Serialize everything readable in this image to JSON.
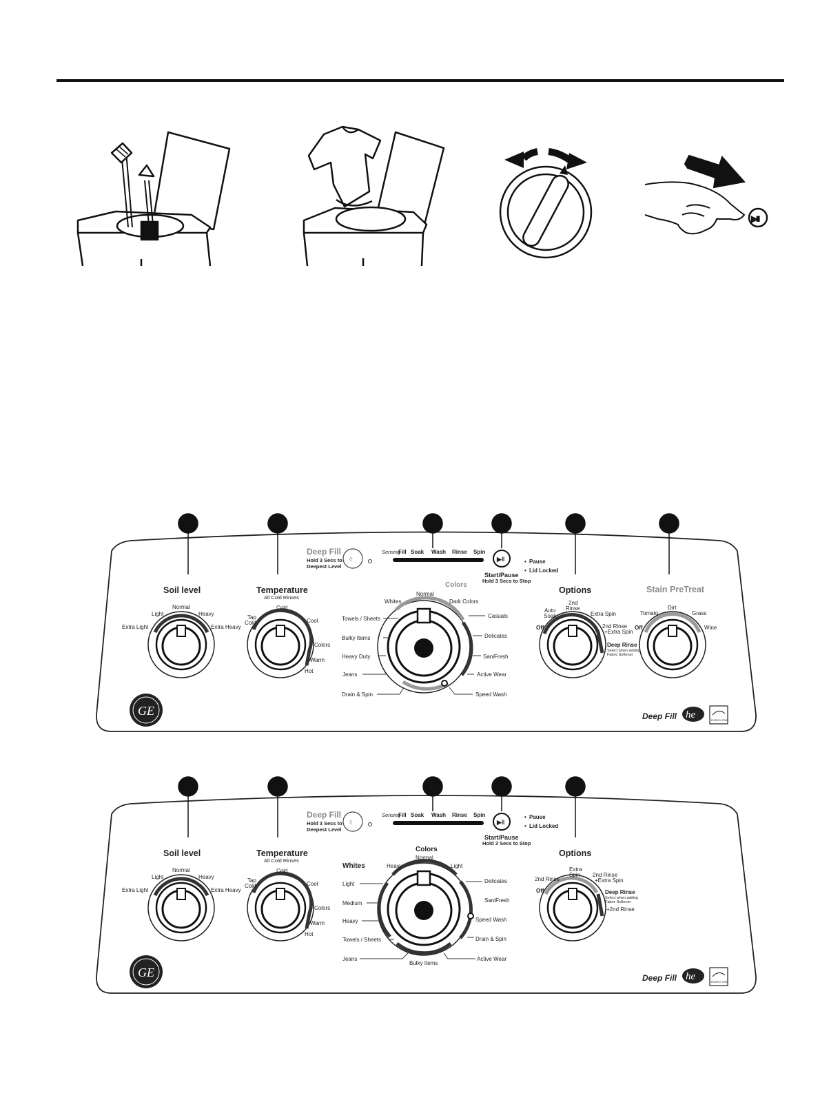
{
  "panel_a": {
    "deep_fill": {
      "title": "Deep Fill",
      "sub1": "Hold 3 Secs to",
      "sub2": "Deepest Level"
    },
    "status": {
      "sensing": "Sensing",
      "fill": "Fill",
      "soak": "Soak",
      "wash": "Wash",
      "rinse": "Rinse",
      "spin": "Spin"
    },
    "start": {
      "label": "Start/Pause",
      "sub": "Hold 3 Secs to Stop"
    },
    "indicators": [
      "Pause",
      "Lid Locked"
    ],
    "soil": {
      "title": "Soil level",
      "normal": "Normal",
      "light": "Light",
      "heavy": "Heavy",
      "extra_light": "Extra Light",
      "extra_heavy": "Extra Heavy"
    },
    "temperature": {
      "title": "Temperature",
      "sub": "All Cold Rinses",
      "cold": "Cold",
      "tap": "Tap",
      "tap2": "Cold",
      "cool": "Cool",
      "colors": "Colors",
      "warm": "Warm",
      "hot": "Hot"
    },
    "cycles": {
      "colors": "Colors",
      "normal": "Normal",
      "whites": "Whites",
      "dark_colors": "Dark Colors",
      "towels": "Towels / Sheets",
      "casuals": "Casuals",
      "bulky": "Bulky Items",
      "delicates": "Delicates",
      "heavy_duty": "Heavy Duty",
      "sanifresh": "SaniFresh",
      "jeans": "Jeans",
      "active": "Active Wear",
      "drain": "Drain & Spin",
      "speed": "Speed Wash"
    },
    "options": {
      "title": "Options",
      "auto": "Auto",
      "soak": "Soak",
      "second": "2nd",
      "rinse": "Rinse",
      "extra_spin": "Extra Spin",
      "off": "Off",
      "rinse_spin1": "2nd Rinse",
      "rinse_spin2": "+Extra Spin",
      "deep_rinse": "Deep Rinse",
      "deep_sub1": "Select when adding",
      "deep_sub2": "Fabric Softener"
    },
    "stain": {
      "title": "Stain PreTreat",
      "dirt": "Dirt",
      "tomato": "Tomato",
      "grass": "Grass",
      "off": "Off",
      "wine": "Wine"
    },
    "brand": {
      "logo": "GE",
      "deep_fill": "Deep Fill",
      "he": "he",
      "energy": "ENERGY STAR"
    }
  },
  "panel_b": {
    "deep_fill": {
      "title": "Deep Fill",
      "sub1": "Hold 3 Secs to",
      "sub2": "Deepest Level"
    },
    "status": {
      "sensing": "Sensing",
      "fill": "Fill",
      "soak": "Soak",
      "wash": "Wash",
      "rinse": "Rinse",
      "spin": "Spin"
    },
    "start": {
      "label": "Start/Pause",
      "sub": "Hold 3 Secs to Stop"
    },
    "indicators": [
      "Pause",
      "Lid Locked"
    ],
    "soil": {
      "title": "Soil level",
      "normal": "Normal",
      "light": "Light",
      "heavy": "Heavy",
      "extra_light": "Extra Light",
      "extra_heavy": "Extra Heavy"
    },
    "temperature": {
      "title": "Temperature",
      "sub": "All Cold Rinses",
      "cold": "Cold",
      "tap": "Tap",
      "tap2": "Cold",
      "cool": "Cool",
      "colors": "Colors",
      "warm": "Warm",
      "hot": "Hot"
    },
    "cycles": {
      "colors": "Colors",
      "normal": "Normal",
      "whites": "Whites",
      "heavy_top": "Heavy",
      "light_top": "Light",
      "light": "Light",
      "delicates": "Delicates",
      "medium": "Medium",
      "sanifresh": "SaniFresh",
      "heavy": "Heavy",
      "speed": "Speed Wash",
      "towels": "Towels / Sheets",
      "drain": "Drain & Spin",
      "jeans": "Jeans",
      "bulky": "Bulky Items",
      "active": "Active Wear"
    },
    "options": {
      "title": "Options",
      "second_rinse": "2nd Rinse",
      "extra": "Extra",
      "spin": "Spin",
      "rs1": "2nd Rinse",
      "rs2": "+Extra Spin",
      "off": "Off",
      "deep_rinse": "Deep Rinse",
      "deep_sub1": "Select when adding",
      "deep_sub2": "Fabric Softener",
      "plus_rinse": "+2nd Rinse"
    },
    "brand": {
      "logo": "GE",
      "deep_fill": "Deep Fill",
      "he": "he",
      "energy": "ENERGY STAR"
    }
  }
}
